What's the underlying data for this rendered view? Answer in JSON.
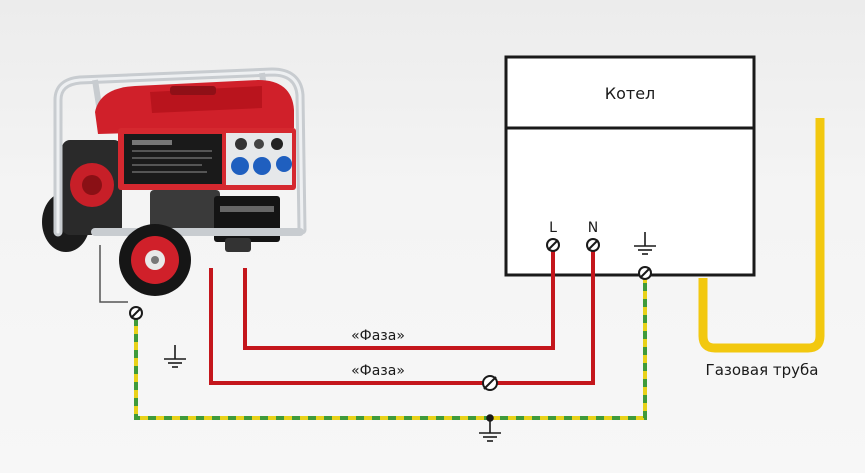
{
  "boiler": {
    "label": "Котел"
  },
  "terminals": {
    "line": "L",
    "neutral": "N"
  },
  "wires": {
    "phase_label_1": "«Фаза»",
    "phase_label_2": "«Фаза»"
  },
  "gas_pipe": {
    "label": "Газовая труба"
  },
  "colors": {
    "phase_wire": "#c4161c",
    "ground_wire_yellow": "#e8d219",
    "ground_wire_green": "#3f9a3a",
    "gas_pipe": "#f2c80f",
    "outline": "#1a1a1a",
    "generator_red": "#d0202a",
    "generator_frame": "#c8ccd0"
  },
  "icons": [
    "ground-symbol-icon",
    "terminal-screw-icon",
    "generator-illustration"
  ]
}
